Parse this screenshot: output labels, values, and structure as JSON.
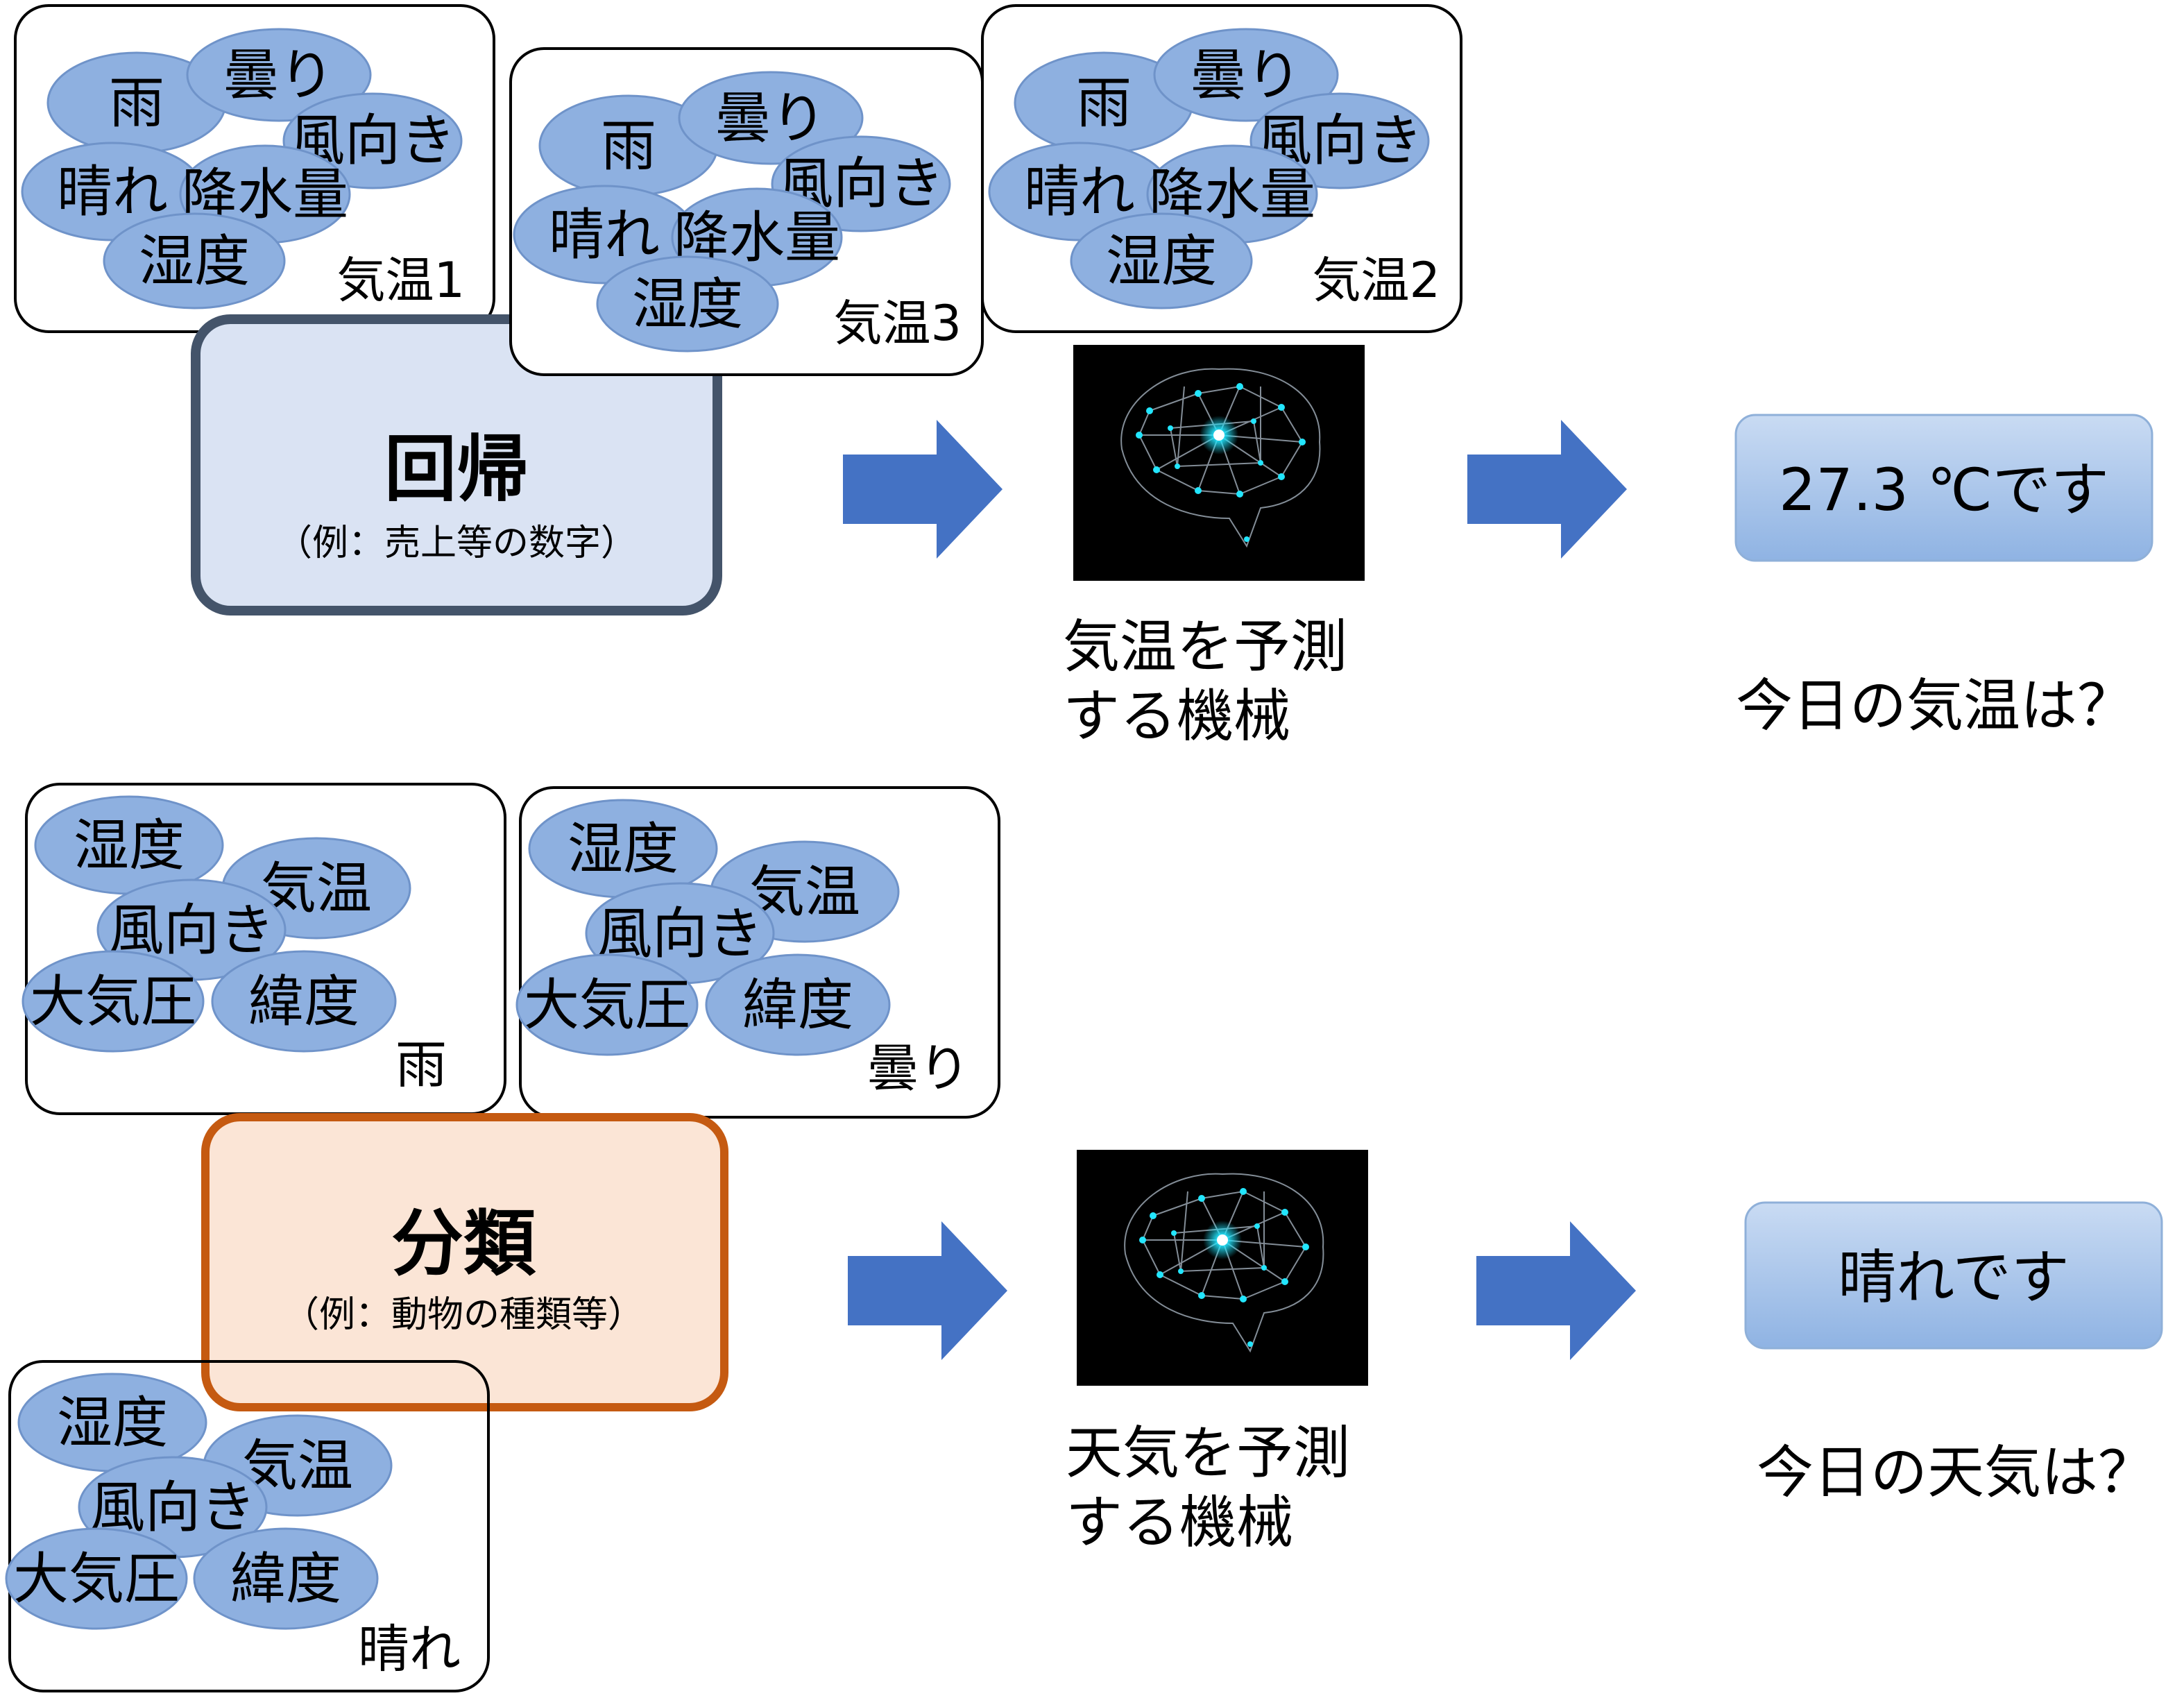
{
  "regression": {
    "title": "回帰",
    "subtitle": "（例：売上等の数字）",
    "machine_label_line1": "気温を予測",
    "machine_label_line2": "する機械",
    "result": "27.3 ℃です",
    "question": "今日の気温は？",
    "cards": [
      {
        "bubbles": [
          "雨",
          "曇り",
          "風向き",
          "晴れ",
          "降水量",
          "湿度"
        ],
        "label": "気温1"
      },
      {
        "bubbles": [
          "雨",
          "曇り",
          "風向き",
          "晴れ",
          "降水量",
          "湿度"
        ],
        "label": "気温3"
      },
      {
        "bubbles": [
          "雨",
          "曇り",
          "風向き",
          "晴れ",
          "降水量",
          "湿度"
        ],
        "label": "気温2"
      }
    ]
  },
  "classification": {
    "title": "分類",
    "subtitle": "（例：動物の種類等）",
    "machine_label_line1": "天気を予測",
    "machine_label_line2": "する機械",
    "result": "晴れです",
    "question": "今日の天気は？",
    "cards": [
      {
        "bubbles": [
          "湿度",
          "気温",
          "風向き",
          "大気圧",
          "緯度"
        ],
        "label": "雨"
      },
      {
        "bubbles": [
          "湿度",
          "気温",
          "風向き",
          "大気圧",
          "緯度"
        ],
        "label": "曇り"
      },
      {
        "bubbles": [
          "湿度",
          "気温",
          "風向き",
          "大気圧",
          "緯度"
        ],
        "label": "晴れ"
      }
    ]
  },
  "colors": {
    "bubble_fill": "#8eb0e0",
    "bubble_stroke": "#6f93c9",
    "arrow": "#4472c4",
    "regression_box_fill": "#dae3f3",
    "regression_box_border": "#44546a",
    "classification_box_fill": "#fbe5d6",
    "classification_box_border": "#c55a11",
    "result_fill": "#a8c5ea",
    "brain_bg": "#000000",
    "brain_glow": "#22e6ff"
  }
}
